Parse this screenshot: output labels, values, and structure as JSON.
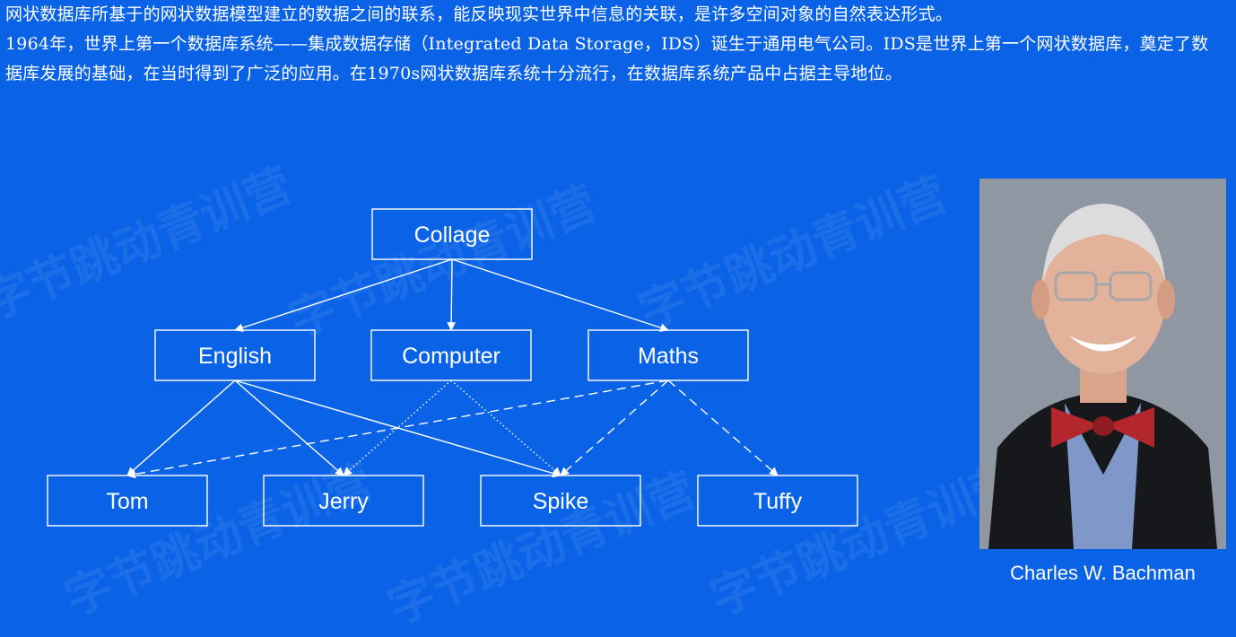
{
  "paragraph": {
    "line1": "网状数据库所基于的网状数据模型建立的数据之间的联系，能反映现实世界中信息的关联，是许多空间对象的自然表达形式。",
    "line2": "1964年，世界上第一个数据库系统——集成数据存储（Integrated Data Storage，IDS）诞生于通用电气公司。IDS是世界上第一个网状数据库，奠定了数据库发展的基础，在当时得到了广泛的应用。在1970s网状数据库系统十分流行，在数据库系统产品中占据主导地位。"
  },
  "diagram": {
    "root": "Collage",
    "middle": [
      "English",
      "Computer",
      "Maths"
    ],
    "leaves": [
      "Tom",
      "Jerry",
      "Spike",
      "Tuffy"
    ],
    "edges": [
      {
        "from": "Collage",
        "to": "English",
        "style": "solid"
      },
      {
        "from": "Collage",
        "to": "Computer",
        "style": "solid"
      },
      {
        "from": "Collage",
        "to": "Maths",
        "style": "solid"
      },
      {
        "from": "English",
        "to": "Tom",
        "style": "solid"
      },
      {
        "from": "English",
        "to": "Jerry",
        "style": "solid"
      },
      {
        "from": "English",
        "to": "Spike",
        "style": "solid"
      },
      {
        "from": "Computer",
        "to": "Jerry",
        "style": "dotted"
      },
      {
        "from": "Computer",
        "to": "Spike",
        "style": "dotted"
      },
      {
        "from": "Maths",
        "to": "Tom",
        "style": "dashed"
      },
      {
        "from": "Maths",
        "to": "Spike",
        "style": "dashed"
      },
      {
        "from": "Maths",
        "to": "Tuffy",
        "style": "dashed"
      }
    ]
  },
  "photo": {
    "caption": "Charles W. Bachman"
  },
  "watermark": "字节跳动青训营",
  "colors": {
    "background": "#0a63e6",
    "foreground": "#ffffff"
  }
}
